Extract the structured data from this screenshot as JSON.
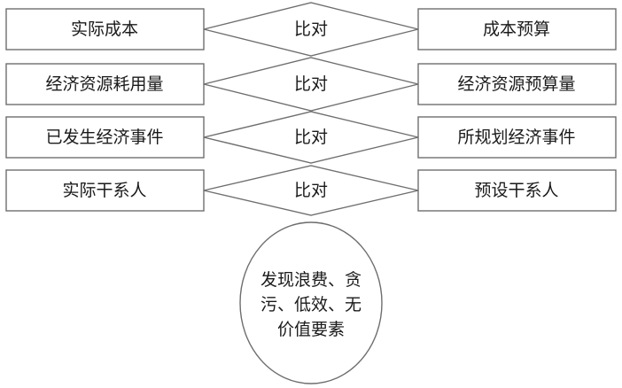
{
  "rows": [
    {
      "actual": "实际成本",
      "compare": "比对",
      "budget": "成本预算"
    },
    {
      "actual": "经济资源耗用量",
      "compare": "比对",
      "budget": "经济资源预算量"
    },
    {
      "actual": "已发生经济事件",
      "compare": "比对",
      "budget": "所规划经济事件"
    },
    {
      "actual": "实际干系人",
      "compare": "比对",
      "budget": "预设干系人"
    }
  ],
  "result": {
    "lines": [
      "发现浪费、贪",
      "污、低效、无",
      "价值要素"
    ]
  }
}
